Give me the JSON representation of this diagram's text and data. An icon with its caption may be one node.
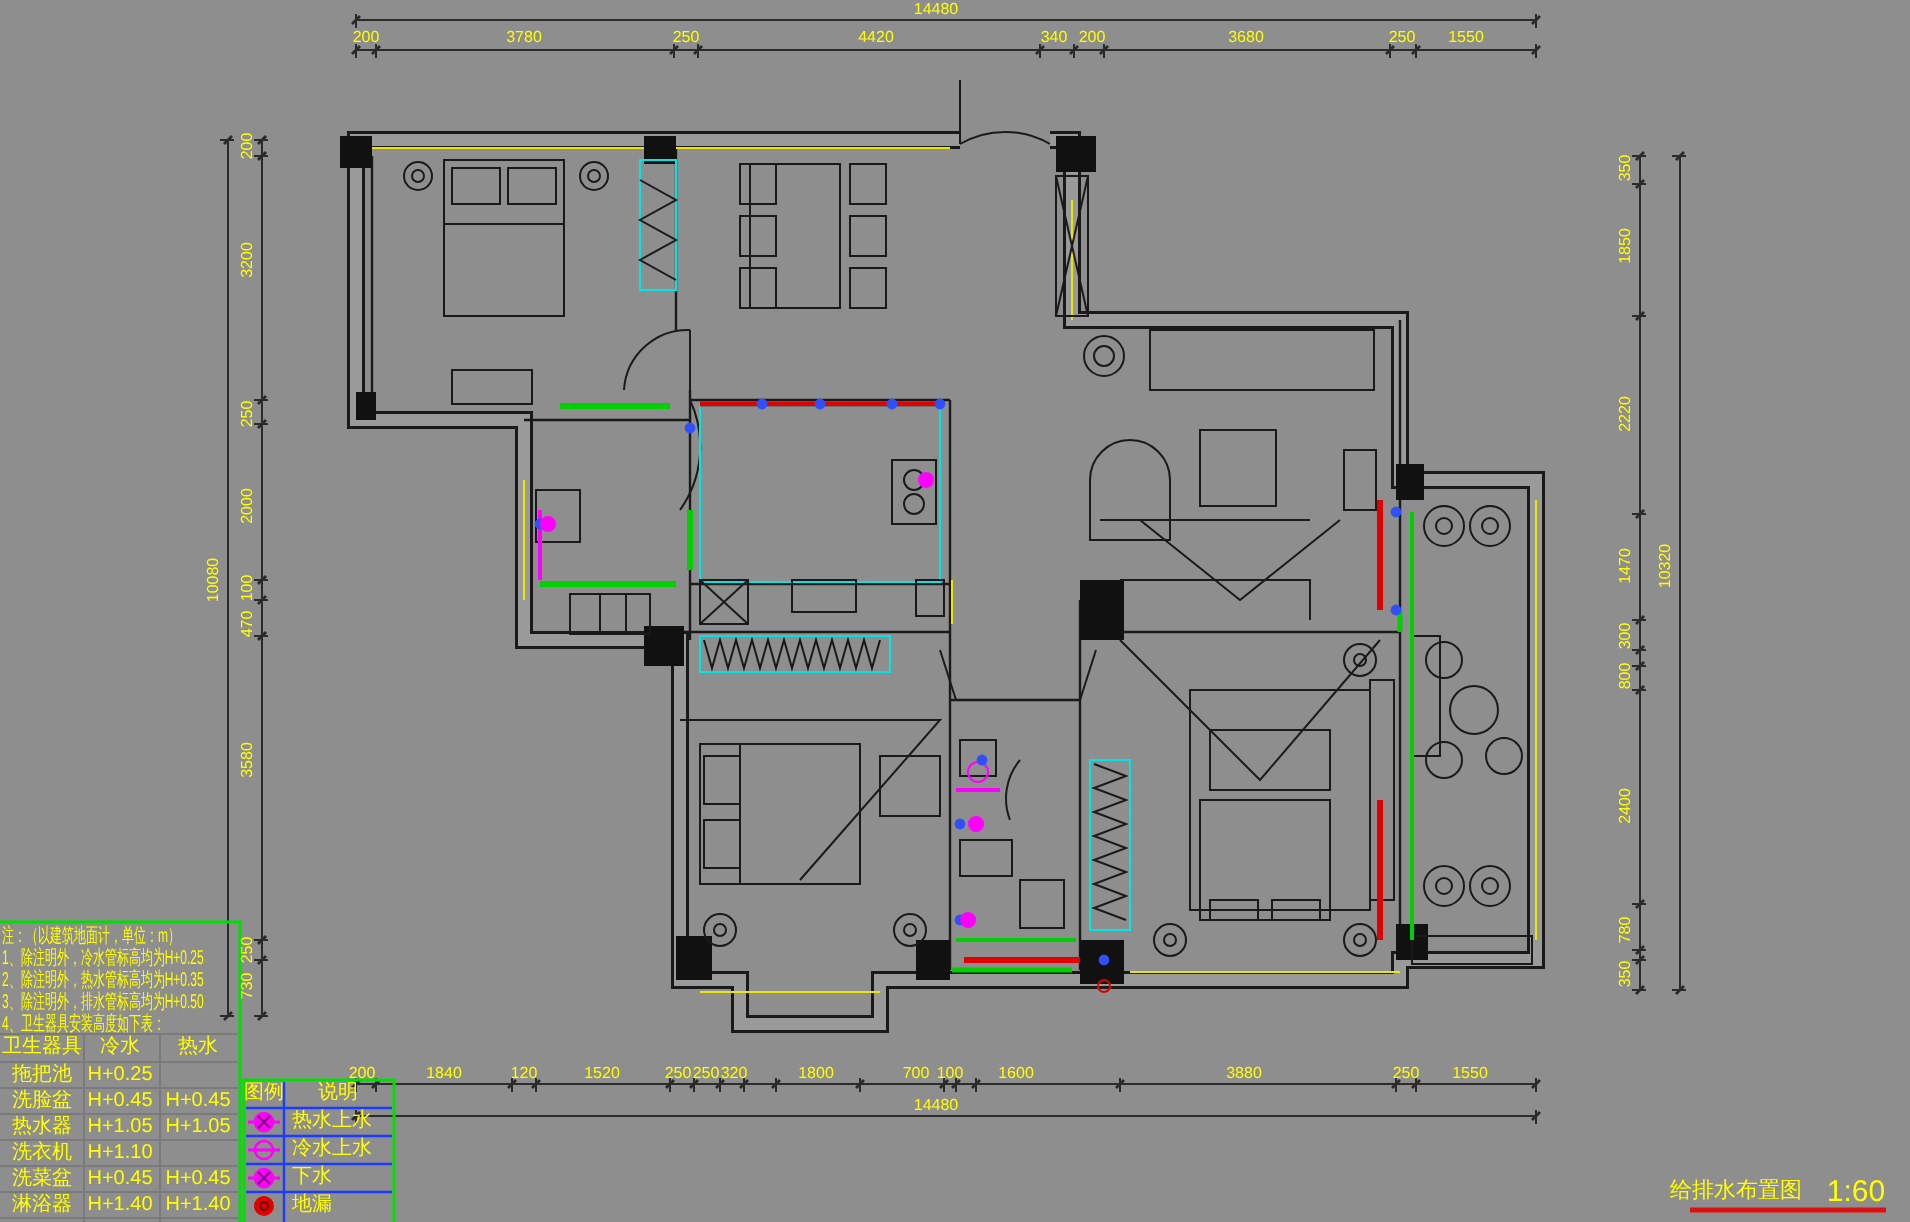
{
  "diagram": {
    "title": "给排水布置图",
    "labels": [
      "14480",
      "200",
      "3780",
      "250",
      "4420",
      "340",
      "200",
      "3680",
      "250",
      "1550",
      "10080",
      "200",
      "3200",
      "250",
      "2000",
      "100",
      "470",
      "3580",
      "250",
      "730",
      "10320",
      "350",
      "1850",
      "2220",
      "1470",
      "300",
      "800",
      "2400",
      "780",
      "350",
      "注：（以建筑地面计，单位：m）",
      "1、除注明外，冷水管标高均为H+0.25",
      "2、除注明外，热水管标高均为H+0.35",
      "3、除注明外，排水管标高均为H+0.50",
      "4、卫生器具安装高度如下表：",
      "卫生器具",
      "冷水",
      "热水",
      "拖把池",
      "H+0.25",
      "洗脸盆",
      "H+0.45",
      "H+0.45",
      "热水器",
      "H+1.05",
      "H+1.05",
      "洗衣机",
      "H+1.10",
      "洗菜盆",
      "H+0.45",
      "H+0.45",
      "淋浴器",
      "H+1.40",
      "H+1.40",
      "图例",
      "说明",
      "200",
      "1840",
      "120",
      "1520",
      "250",
      "250",
      "320",
      "1800",
      "700",
      "100",
      "1600",
      "3880",
      "250",
      "1550",
      "14480",
      "1:60"
    ],
    "legend": [
      {
        "text": "热水上水"
      },
      {
        "text": "冷水上水"
      },
      {
        "text": "下水"
      },
      {
        "text": "地漏"
      }
    ]
  }
}
